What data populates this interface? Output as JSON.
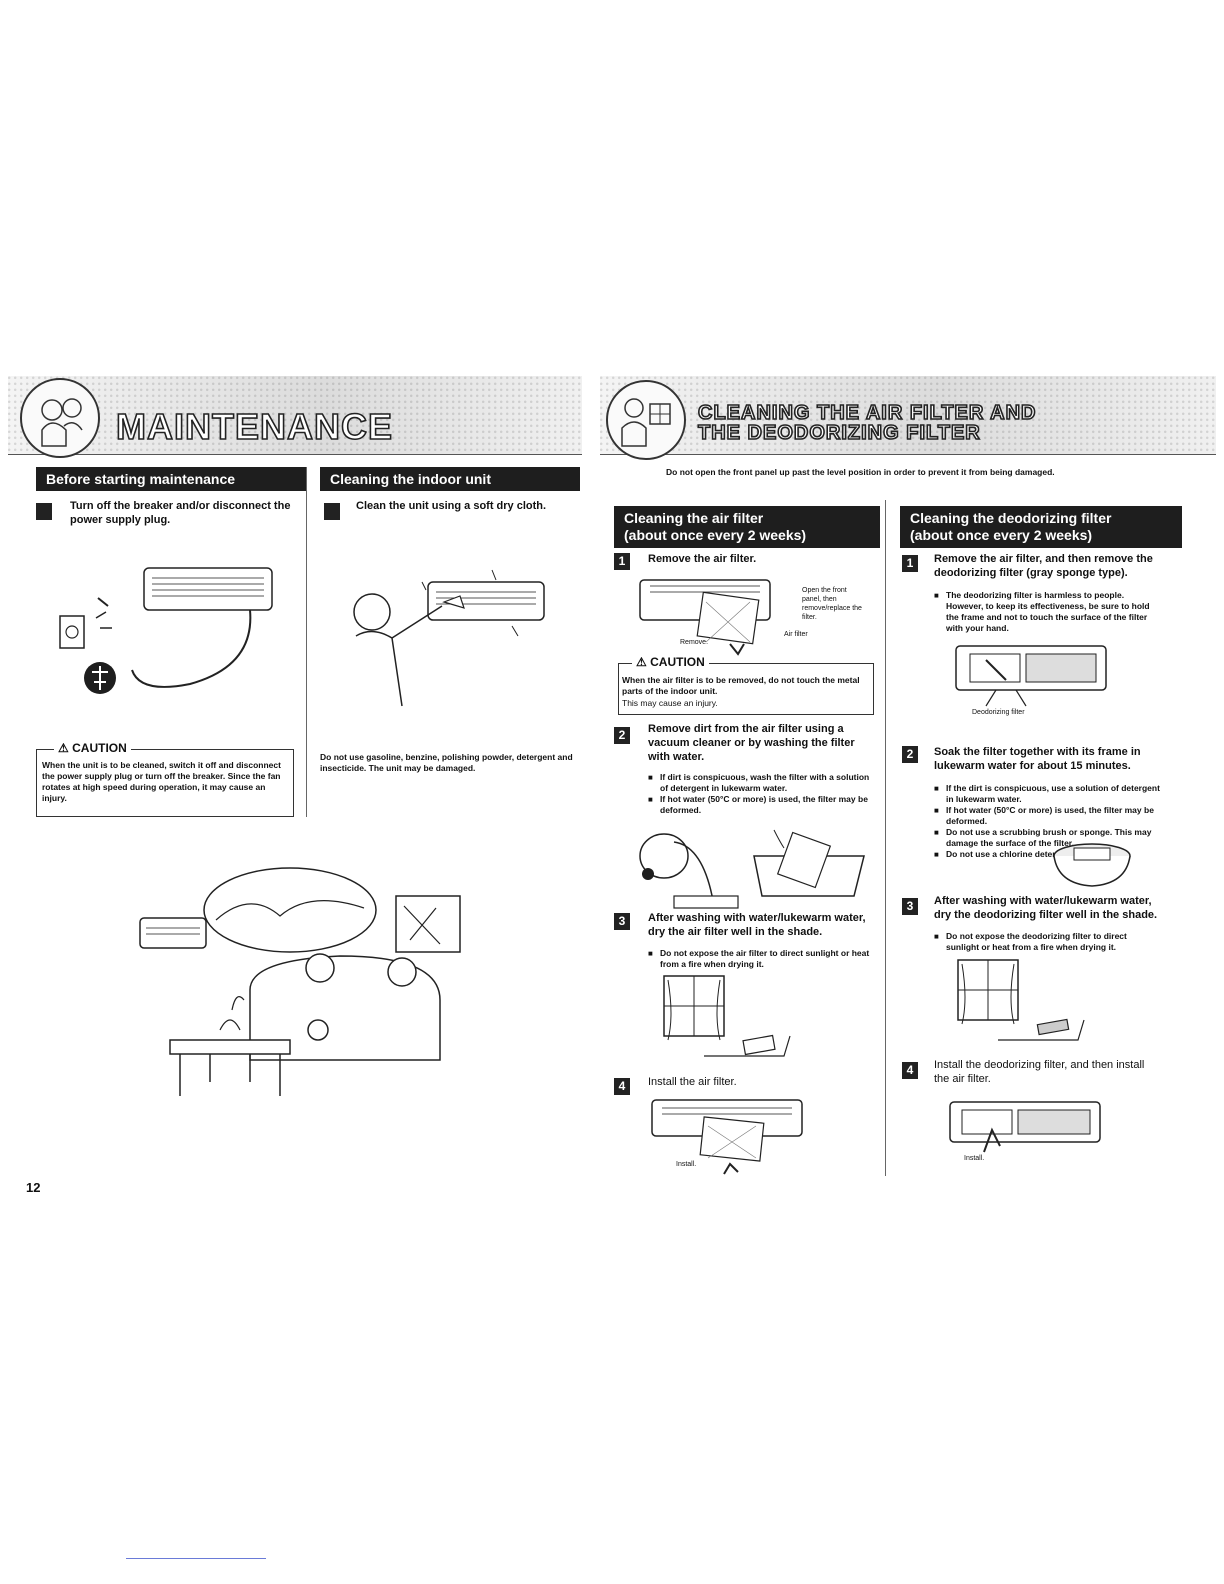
{
  "left_banner": {
    "title": "MAINTENANCE"
  },
  "right_banner": {
    "title_line1": "CLEANING THE AIR FILTER AND",
    "title_line2": "THE DEODORIZING FILTER"
  },
  "before_maintenance": {
    "header": "Before starting maintenance",
    "step_text": "Turn off the breaker and/or disconnect the power supply plug.",
    "caution_label": "CAUTION",
    "caution_text": "When the unit is to be cleaned, switch it off and disconnect the power supply plug or turn off the breaker. Since the fan rotates at high speed during operation, it may cause an injury."
  },
  "indoor_unit": {
    "header": "Cleaning the indoor unit",
    "step_text": "Clean the unit using a soft dry cloth.",
    "note": "Do not use gasoline, benzine, polishing powder, detergent and insecticide. The unit may be damaged."
  },
  "front_panel_note": "Do not open the front panel up past the level position in order to prevent it from being damaged.",
  "air_filter": {
    "header_line1": "Cleaning the air filter",
    "header_line2": "(about once every 2 weeks)",
    "steps": [
      {
        "num": "1",
        "text": "Remove the air filter."
      },
      {
        "num": "2",
        "text": "Remove dirt from the air filter using a vacuum cleaner or by washing the filter with water."
      },
      {
        "num": "3",
        "text": "After washing with water/lukewarm water, dry the air filter well in the shade."
      },
      {
        "num": "4",
        "text": "Install the air filter."
      }
    ],
    "callout_open": "Open the front panel, then remove/replace the filter.",
    "callout_filter": "Air filter",
    "callout_remove": "Remove.",
    "callout_install": "Install.",
    "caution_label": "CAUTION",
    "caution_text1": "When the air filter is to be removed, do not touch the metal parts of the indoor unit.",
    "caution_text2": "This may cause an injury.",
    "step2_bullets": [
      "If dirt is conspicuous, wash the filter with a solution of detergent in lukewarm water.",
      "If hot water (50°C or more) is used, the filter may be deformed."
    ],
    "step3_bullets": [
      "Do not expose the air filter to direct sunlight or heat from a fire when drying it."
    ]
  },
  "deodorizing_filter": {
    "header_line1": "Cleaning the deodorizing filter",
    "header_line2": "(about once every 2 weeks)",
    "steps": [
      {
        "num": "1",
        "text": "Remove the air filter, and then remove the deodorizing filter (gray sponge type)."
      },
      {
        "num": "2",
        "text": "Soak the filter together with its frame in lukewarm water for about 15 minutes."
      },
      {
        "num": "3",
        "text": "After washing with water/lukewarm water, dry the deodorizing filter well in the shade."
      },
      {
        "num": "4",
        "text": "Install the deodorizing filter, and then install the air filter."
      }
    ],
    "step1_bullets": [
      "The deodorizing filter is harmless to people. However, to keep its effectiveness, be sure to hold the frame and not to touch the surface of the filter with your hand."
    ],
    "callout_deodorizing": "Deodorizing filter",
    "callout_install": "Install.",
    "step2_bullets": [
      "If the dirt is conspicuous, use a solution of detergent in lukewarm water.",
      "If hot water (50°C or more) is used, the filter may be deformed.",
      "Do not use a scrubbing brush or sponge. This may damage the surface of the filter.",
      "Do not use a chlorine detergent."
    ],
    "step3_bullets": [
      "Do not expose the deodorizing filter to direct sunlight or heat from a fire when drying it."
    ]
  },
  "page_number": "12"
}
